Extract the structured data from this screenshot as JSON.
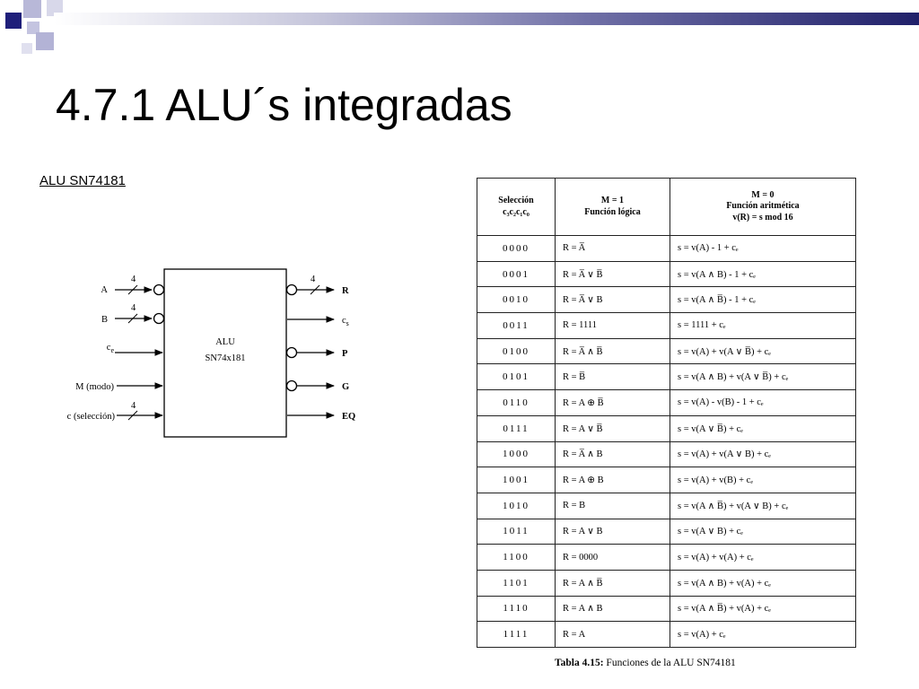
{
  "slide": {
    "title": "4.7.1 ALU´s integradas",
    "subtitle": "ALU SN74181",
    "accent_colors": [
      "#1f1f7a",
      "#b3b3d6",
      "#20206a"
    ]
  },
  "diagram": {
    "chip_name": "ALU",
    "chip_part": "SN74x181",
    "inputs": [
      {
        "label": "A",
        "bus": "4",
        "inverted": true
      },
      {
        "label": "B",
        "bus": "4",
        "inverted": true
      },
      {
        "label": "c",
        "sub": "e",
        "bus": "",
        "inverted": false
      },
      {
        "label": "M (modo)",
        "bus": "",
        "inverted": false
      },
      {
        "label": "c (selección)",
        "bus": "4",
        "inverted": false
      }
    ],
    "outputs": [
      {
        "label": "R",
        "bus": "4",
        "inverted": true
      },
      {
        "label": "c",
        "sub": "s",
        "bus": "",
        "inverted": false
      },
      {
        "label": "P",
        "bus": "",
        "inverted": true
      },
      {
        "label": "G",
        "bus": "",
        "inverted": true
      },
      {
        "label": "EQ",
        "bus": "",
        "inverted": false
      }
    ]
  },
  "table": {
    "headers": {
      "sel_line1": "Selección",
      "sel_line2": "c₃c₂c₁c₀",
      "logic_line1": "M = 1",
      "logic_line2": "Función lógica",
      "arith_line1": "M = 0",
      "arith_line2": "Función aritmética",
      "arith_line3": "v(R) = s mod 16"
    },
    "rows": [
      {
        "sel": "0000",
        "logic": "R = A̅",
        "arith": "s = v(A) - 1 + cₑ"
      },
      {
        "sel": "0001",
        "logic": "R = A̅ ∨ B̅",
        "arith": "s = v(A ∧ B) - 1 + cₑ"
      },
      {
        "sel": "0010",
        "logic": "R = A̅ ∨ B",
        "arith": "s = v(A ∧ B̅) - 1 + cₑ"
      },
      {
        "sel": "0011",
        "logic": "R = 1111",
        "arith": "s = 1111 + cₑ"
      },
      {
        "sel": "0100",
        "logic": "R = A̅ ∧ B̅",
        "arith": "s = v(A) + v(A ∨ B̅) + cₑ"
      },
      {
        "sel": "0101",
        "logic": "R = B̅",
        "arith": "s = v(A ∧ B) + v(A ∨ B̅) + cₑ"
      },
      {
        "sel": "0110",
        "logic": "R = A ⊕ B̅",
        "arith": "s = v(A) - v(B) - 1 + cₑ"
      },
      {
        "sel": "0111",
        "logic": "R = A ∨ B̅",
        "arith": "s = v(A ∨ B̅) + cₑ"
      },
      {
        "sel": "1000",
        "logic": "R = A̅ ∧ B",
        "arith": "s = v(A) + v(A ∨ B) + cₑ"
      },
      {
        "sel": "1001",
        "logic": "R = A ⊕ B",
        "arith": "s = v(A) + v(B) + cₑ"
      },
      {
        "sel": "1010",
        "logic": "R = B",
        "arith": "s = v(A ∧ B̅) + v(A ∨ B) + cₑ"
      },
      {
        "sel": "1011",
        "logic": "R = A ∨ B",
        "arith": "s = v(A ∨ B) + cₑ"
      },
      {
        "sel": "1100",
        "logic": "R = 0000",
        "arith": "s = v(A) + v(A) + cₑ"
      },
      {
        "sel": "1101",
        "logic": "R = A ∧ B̅",
        "arith": "s = v(A ∧ B) + v(A) + cₑ"
      },
      {
        "sel": "1110",
        "logic": "R = A ∧ B",
        "arith": "s = v(A ∧ B̅) + v(A) + cₑ"
      },
      {
        "sel": "1111",
        "logic": "R = A",
        "arith": "s = v(A) + cₑ"
      }
    ],
    "caption_label": "Tabla 4.15:",
    "caption_text": "Funciones de la ALU SN74181"
  }
}
